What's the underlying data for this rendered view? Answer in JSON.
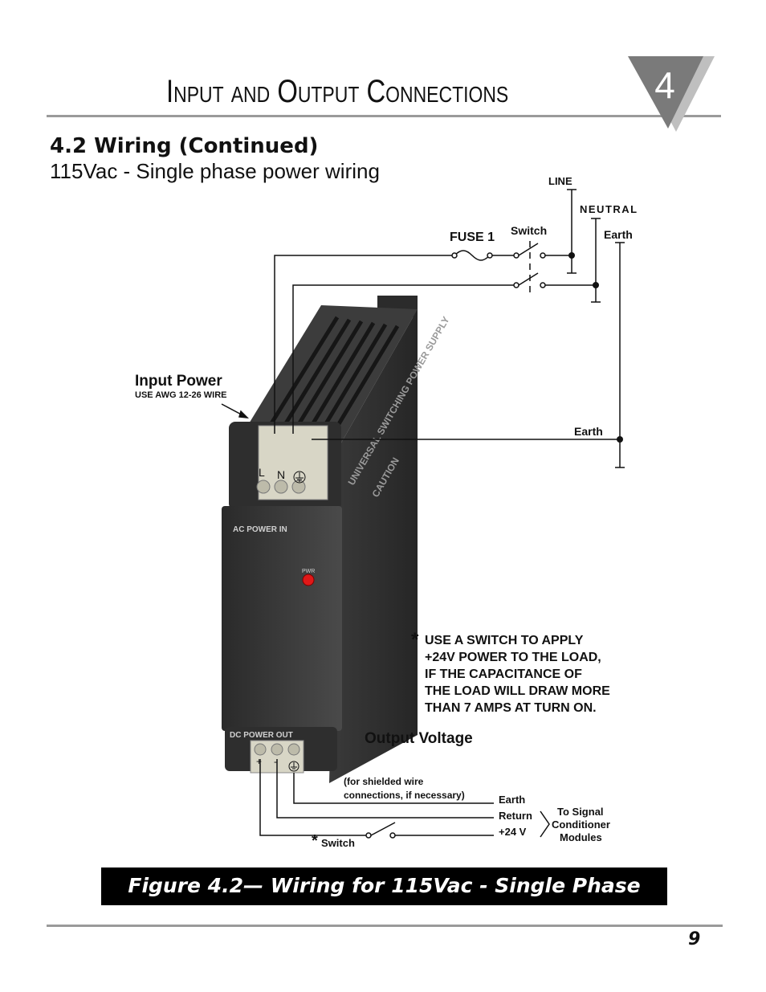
{
  "header": {
    "chapter_title": "Input and Output Connections",
    "chapter_number": "4"
  },
  "section": {
    "heading": "4.2 Wiring (Continued)",
    "subheading": "115Vac - Single phase power wiring"
  },
  "diagram": {
    "line_label": "LINE",
    "neutral_label": "NEUTRAL",
    "fuse_label": "FUSE 1",
    "switch_label": "Switch",
    "earth_top_label": "Earth",
    "earth_mid_label": "Earth",
    "input_power_label": "Input Power",
    "wire_note": "USE AWG 12-26 WIRE",
    "terminal_L": "L",
    "terminal_N": "N",
    "ac_power_in": "AC POWER IN",
    "pwr_led": "PWR",
    "dc_power_out": "DC POWER OUT",
    "device_name": "UNIVERSAL SWITCHING POWER SUPPLY",
    "caution": "CAUTION",
    "out_plus": "+",
    "out_minus": "-",
    "output_voltage_label": "Output Voltage",
    "shield_note_1": "(for shielded wire",
    "shield_note_2": "connections, if necessary)",
    "earth_out_label": "Earth",
    "return_label": "Return",
    "v24_label": "+24 V",
    "switch_out_label": "Switch",
    "signal_1": "To Signal",
    "signal_2": "Conditioner",
    "signal_3": "Modules",
    "note_asterisk": "*",
    "note_lines": [
      "USE A SWITCH TO APPLY",
      "+24V POWER TO THE LOAD,",
      "IF THE CAPACITANCE OF",
      "THE LOAD WILL DRAW MORE",
      "THAN 7 AMPS AT TURN ON."
    ]
  },
  "caption": "Figure 4.2— Wiring for 115Vac - Single Phase",
  "page_number": "9"
}
